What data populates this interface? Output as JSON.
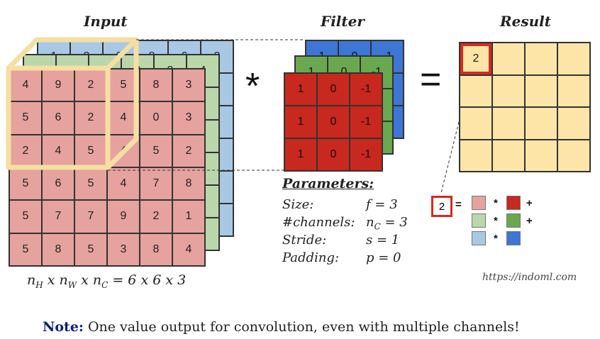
{
  "titles": {
    "input": "Input",
    "filter": "Filter",
    "result": "Result"
  },
  "operators": {
    "convolve": "*",
    "equals": "="
  },
  "colors": {
    "input_front": "#e6a29e",
    "input_mid": "#b9d7a8",
    "input_back": "#a9c8e6",
    "filter_front": "#c8281e",
    "filter_mid": "#6aa84f",
    "filter_back": "#3d76d4",
    "result": "#fce5a6",
    "highlight_border": "#d62a1e",
    "receptive_field": "#f6dfa2"
  },
  "input": {
    "front": [
      [
        "4",
        "9",
        "2",
        "5",
        "8",
        "3"
      ],
      [
        "5",
        "6",
        "2",
        "4",
        "0",
        "3"
      ],
      [
        "2",
        "4",
        "5",
        "4",
        "5",
        "2"
      ],
      [
        "5",
        "6",
        "5",
        "4",
        "7",
        "8"
      ],
      [
        "5",
        "7",
        "7",
        "9",
        "2",
        "1"
      ],
      [
        "5",
        "8",
        "5",
        "3",
        "8",
        "4"
      ]
    ],
    "mid_top": [
      "1",
      "0",
      "1",
      "2",
      "3",
      "4"
    ],
    "back_top": [
      "1",
      "2",
      "3",
      "8",
      "6",
      "2"
    ],
    "dims_label": "n_H x n_W x n_C = 6 x 6 x 3"
  },
  "filter": {
    "front": [
      [
        "1",
        "0",
        "-1"
      ],
      [
        "1",
        "0",
        "-1"
      ],
      [
        "1",
        "0",
        "-1"
      ]
    ],
    "mid_top": [
      "1",
      "0",
      "-1"
    ],
    "back_top": [
      "1",
      "0",
      "-1"
    ]
  },
  "result": {
    "grid": [
      [
        "2",
        "",
        "",
        ""
      ],
      [
        "",
        "",
        "",
        ""
      ],
      [
        "",
        "",
        "",
        ""
      ],
      [
        "",
        "",
        "",
        ""
      ]
    ]
  },
  "parameters": {
    "heading": "Parameters:",
    "rows": [
      {
        "label": "Size:",
        "value": "f = 3"
      },
      {
        "label": "#channels:",
        "value": "n_C = 3"
      },
      {
        "label": "Stride:",
        "value": "s = 1"
      },
      {
        "label": "Padding:",
        "value": "p = 0"
      }
    ]
  },
  "legend": {
    "value": "2",
    "equals": "=",
    "rows": [
      {
        "op": "*",
        "tail": "+"
      },
      {
        "op": "*",
        "tail": "+"
      },
      {
        "op": "*",
        "tail": ""
      }
    ]
  },
  "credit": "https://indoml.com",
  "note": {
    "prefix": "Note:",
    "text": " One value output for convolution, even with multiple channels!"
  }
}
